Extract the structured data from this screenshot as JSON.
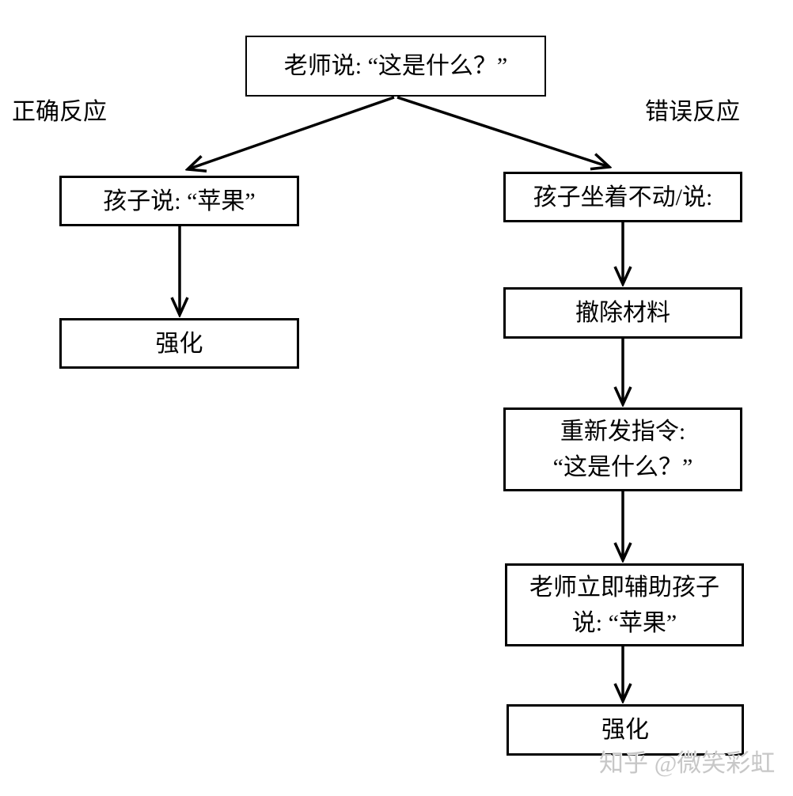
{
  "diagram": {
    "root_box": {
      "text": "老师说: “这是什么？”"
    },
    "labels": {
      "correct": "正确反应",
      "incorrect": "错误反应"
    },
    "left_branch": {
      "response_box": "孩子说: “苹果”",
      "reinforce_box": "强化"
    },
    "right_branch": {
      "response_box": "孩子坐着不动/说:",
      "remove_box": "撤除材料",
      "reissue_box": {
        "line1": "重新发指令:",
        "line2": "“这是什么？”"
      },
      "assist_box": {
        "line1": "老师立即辅助孩子",
        "line2": "说: “苹果”"
      },
      "reinforce_box": "强化"
    },
    "watermark": "知乎 @微笑彩虹",
    "colors": {
      "stroke": "#000000",
      "background": "#ffffff",
      "watermark_gray": "#c7c7c7"
    }
  }
}
